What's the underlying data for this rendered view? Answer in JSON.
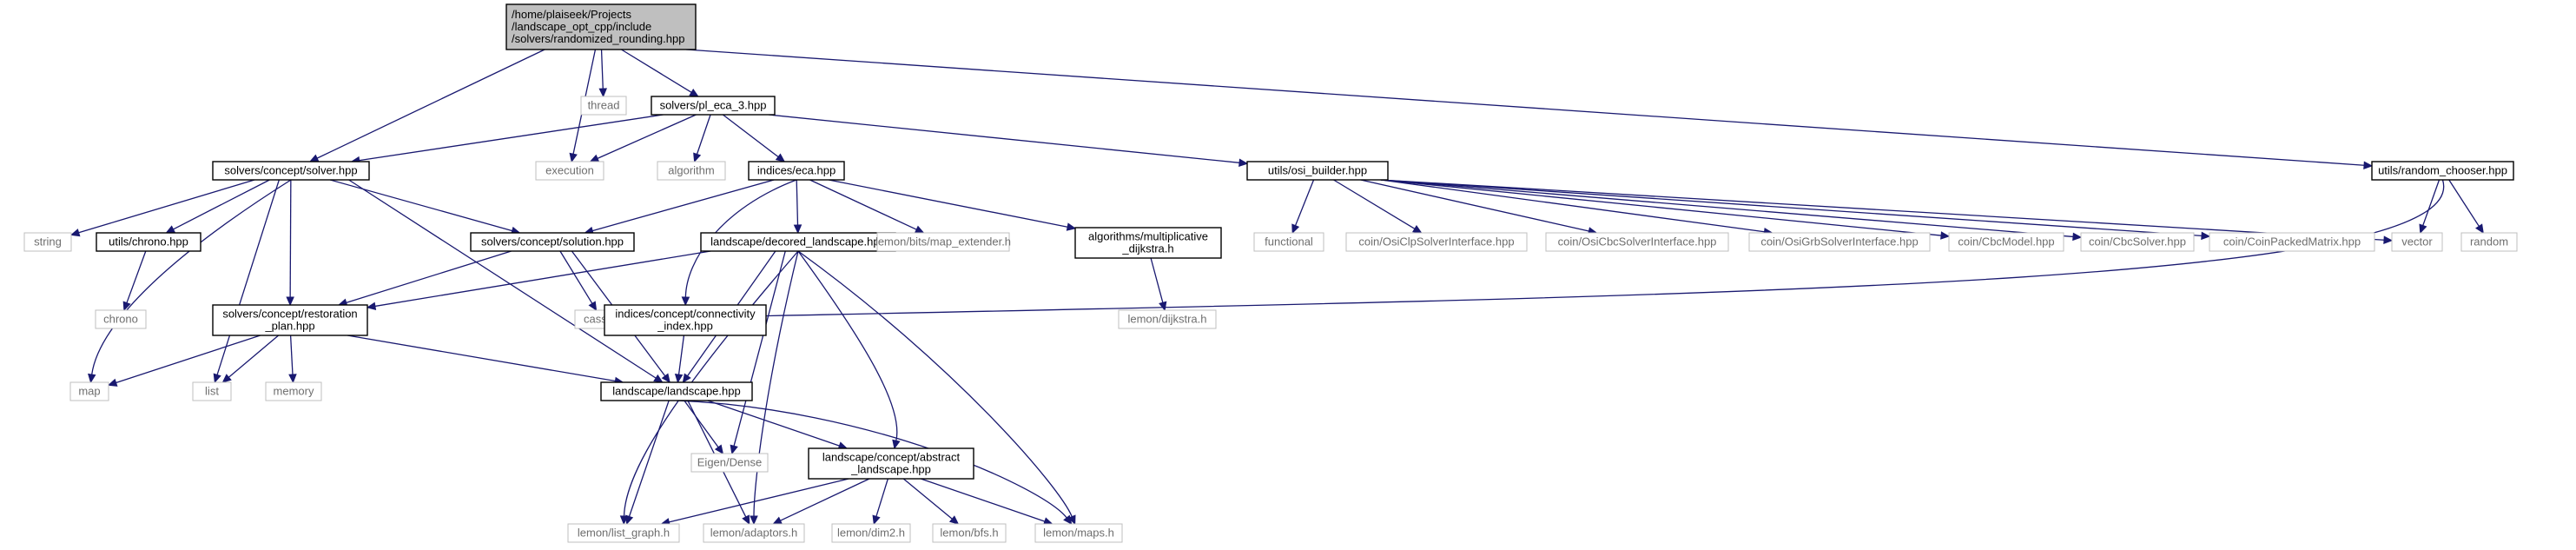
{
  "graph": {
    "nodes": [
      {
        "id": "root",
        "kind": "root",
        "lines": [
          "/home/plaiseek/Projects",
          "/landscape_opt_cpp/include",
          "/solvers/randomized_rounding.hpp"
        ]
      },
      {
        "id": "thread",
        "kind": "ext",
        "lines": [
          "thread"
        ]
      },
      {
        "id": "pl_eca_3",
        "kind": "file",
        "lines": [
          "solvers/pl_eca_3.hpp"
        ]
      },
      {
        "id": "solver",
        "kind": "file",
        "lines": [
          "solvers/concept/solver.hpp"
        ]
      },
      {
        "id": "execution",
        "kind": "ext",
        "lines": [
          "execution"
        ]
      },
      {
        "id": "algorithm",
        "kind": "ext",
        "lines": [
          "algorithm"
        ]
      },
      {
        "id": "eca",
        "kind": "file",
        "lines": [
          "indices/eca.hpp"
        ]
      },
      {
        "id": "osi_builder",
        "kind": "file",
        "lines": [
          "utils/osi_builder.hpp"
        ]
      },
      {
        "id": "random_chooser",
        "kind": "file",
        "lines": [
          "utils/random_chooser.hpp"
        ]
      },
      {
        "id": "string",
        "kind": "ext",
        "lines": [
          "string"
        ]
      },
      {
        "id": "chrono_hpp",
        "kind": "file",
        "lines": [
          "utils/chrono.hpp"
        ]
      },
      {
        "id": "solution",
        "kind": "file",
        "lines": [
          "solvers/concept/solution.hpp"
        ]
      },
      {
        "id": "decored",
        "kind": "file",
        "lines": [
          "landscape/decored_landscape.hpp"
        ]
      },
      {
        "id": "map_extender",
        "kind": "ext",
        "lines": [
          "lemon/bits/map_extender.h"
        ]
      },
      {
        "id": "mult_dijkstra",
        "kind": "file",
        "lines": [
          "algorithms/multiplicative",
          "_dijkstra.h"
        ]
      },
      {
        "id": "functional",
        "kind": "ext",
        "lines": [
          "functional"
        ]
      },
      {
        "id": "osiclp",
        "kind": "ext",
        "lines": [
          "coin/OsiClpSolverInterface.hpp"
        ]
      },
      {
        "id": "osicbc",
        "kind": "ext",
        "lines": [
          "coin/OsiCbcSolverInterface.hpp"
        ]
      },
      {
        "id": "osigrb",
        "kind": "ext",
        "lines": [
          "coin/OsiGrbSolverInterface.hpp"
        ]
      },
      {
        "id": "cbcmodel",
        "kind": "ext",
        "lines": [
          "coin/CbcModel.hpp"
        ]
      },
      {
        "id": "cbcsolver",
        "kind": "ext",
        "lines": [
          "coin/CbcSolver.hpp"
        ]
      },
      {
        "id": "coinpacked",
        "kind": "ext",
        "lines": [
          "coin/CoinPackedMatrix.hpp"
        ]
      },
      {
        "id": "vector",
        "kind": "ext",
        "lines": [
          "vector"
        ]
      },
      {
        "id": "random",
        "kind": "ext",
        "lines": [
          "random"
        ]
      },
      {
        "id": "chrono",
        "kind": "ext",
        "lines": [
          "chrono"
        ]
      },
      {
        "id": "restoration",
        "kind": "file",
        "lines": [
          "solvers/concept/restoration",
          "_plan.hpp"
        ]
      },
      {
        "id": "cassert",
        "kind": "ext",
        "lines": [
          "cassert"
        ]
      },
      {
        "id": "connectivity",
        "kind": "file",
        "lines": [
          "indices/concept/connectivity",
          "_index.hpp"
        ]
      },
      {
        "id": "lemon_dijkstra",
        "kind": "ext",
        "lines": [
          "lemon/dijkstra.h"
        ]
      },
      {
        "id": "map",
        "kind": "ext",
        "lines": [
          "map"
        ]
      },
      {
        "id": "list",
        "kind": "ext",
        "lines": [
          "list"
        ]
      },
      {
        "id": "memory",
        "kind": "ext",
        "lines": [
          "memory"
        ]
      },
      {
        "id": "landscape",
        "kind": "file",
        "lines": [
          "landscape/landscape.hpp"
        ]
      },
      {
        "id": "eigen",
        "kind": "ext",
        "lines": [
          "Eigen/Dense"
        ]
      },
      {
        "id": "abstract",
        "kind": "file",
        "lines": [
          "landscape/concept/abstract",
          "_landscape.hpp"
        ]
      },
      {
        "id": "list_graph",
        "kind": "ext",
        "lines": [
          "lemon/list_graph.h"
        ]
      },
      {
        "id": "adaptors",
        "kind": "ext",
        "lines": [
          "lemon/adaptors.h"
        ]
      },
      {
        "id": "dim2",
        "kind": "ext",
        "lines": [
          "lemon/dim2.h"
        ]
      },
      {
        "id": "bfs",
        "kind": "ext",
        "lines": [
          "lemon/bfs.h"
        ]
      },
      {
        "id": "maps",
        "kind": "ext",
        "lines": [
          "lemon/maps.h"
        ]
      }
    ],
    "edges": [
      [
        "root",
        "thread"
      ],
      [
        "root",
        "pl_eca_3"
      ],
      [
        "root",
        "solver"
      ],
      [
        "root",
        "execution"
      ],
      [
        "root",
        "random_chooser"
      ],
      [
        "pl_eca_3",
        "solver"
      ],
      [
        "pl_eca_3",
        "execution"
      ],
      [
        "pl_eca_3",
        "algorithm"
      ],
      [
        "pl_eca_3",
        "eca"
      ],
      [
        "pl_eca_3",
        "osi_builder"
      ],
      [
        "solver",
        "string"
      ],
      [
        "solver",
        "chrono_hpp"
      ],
      [
        "solver",
        "solution"
      ],
      [
        "solver",
        "restoration"
      ],
      [
        "solver",
        "map"
      ],
      [
        "solver",
        "list"
      ],
      [
        "solver",
        "landscape"
      ],
      [
        "chrono_hpp",
        "chrono"
      ],
      [
        "eca",
        "solution"
      ],
      [
        "eca",
        "decored"
      ],
      [
        "eca",
        "map_extender"
      ],
      [
        "eca",
        "mult_dijkstra"
      ],
      [
        "eca",
        "connectivity"
      ],
      [
        "mult_dijkstra",
        "lemon_dijkstra"
      ],
      [
        "osi_builder",
        "functional"
      ],
      [
        "osi_builder",
        "osiclp"
      ],
      [
        "osi_builder",
        "osicbc"
      ],
      [
        "osi_builder",
        "osigrb"
      ],
      [
        "osi_builder",
        "cbcmodel"
      ],
      [
        "osi_builder",
        "cbcsolver"
      ],
      [
        "osi_builder",
        "coinpacked"
      ],
      [
        "osi_builder",
        "vector"
      ],
      [
        "random_chooser",
        "vector"
      ],
      [
        "random_chooser",
        "random"
      ],
      [
        "random_chooser",
        "cassert"
      ],
      [
        "solution",
        "cassert"
      ],
      [
        "solution",
        "restoration"
      ],
      [
        "solution",
        "landscape"
      ],
      [
        "decored",
        "restoration"
      ],
      [
        "decored",
        "landscape"
      ],
      [
        "decored",
        "eigen"
      ],
      [
        "decored",
        "abstract"
      ],
      [
        "decored",
        "list_graph"
      ],
      [
        "decored",
        "adaptors"
      ],
      [
        "decored",
        "maps"
      ],
      [
        "connectivity",
        "landscape"
      ],
      [
        "restoration",
        "map"
      ],
      [
        "restoration",
        "list"
      ],
      [
        "restoration",
        "memory"
      ],
      [
        "restoration",
        "landscape"
      ],
      [
        "landscape",
        "eigen"
      ],
      [
        "landscape",
        "abstract"
      ],
      [
        "landscape",
        "list_graph"
      ],
      [
        "landscape",
        "adaptors"
      ],
      [
        "landscape",
        "maps"
      ],
      [
        "abstract",
        "list_graph"
      ],
      [
        "abstract",
        "adaptors"
      ],
      [
        "abstract",
        "dim2"
      ],
      [
        "abstract",
        "bfs"
      ],
      [
        "abstract",
        "maps"
      ]
    ]
  }
}
